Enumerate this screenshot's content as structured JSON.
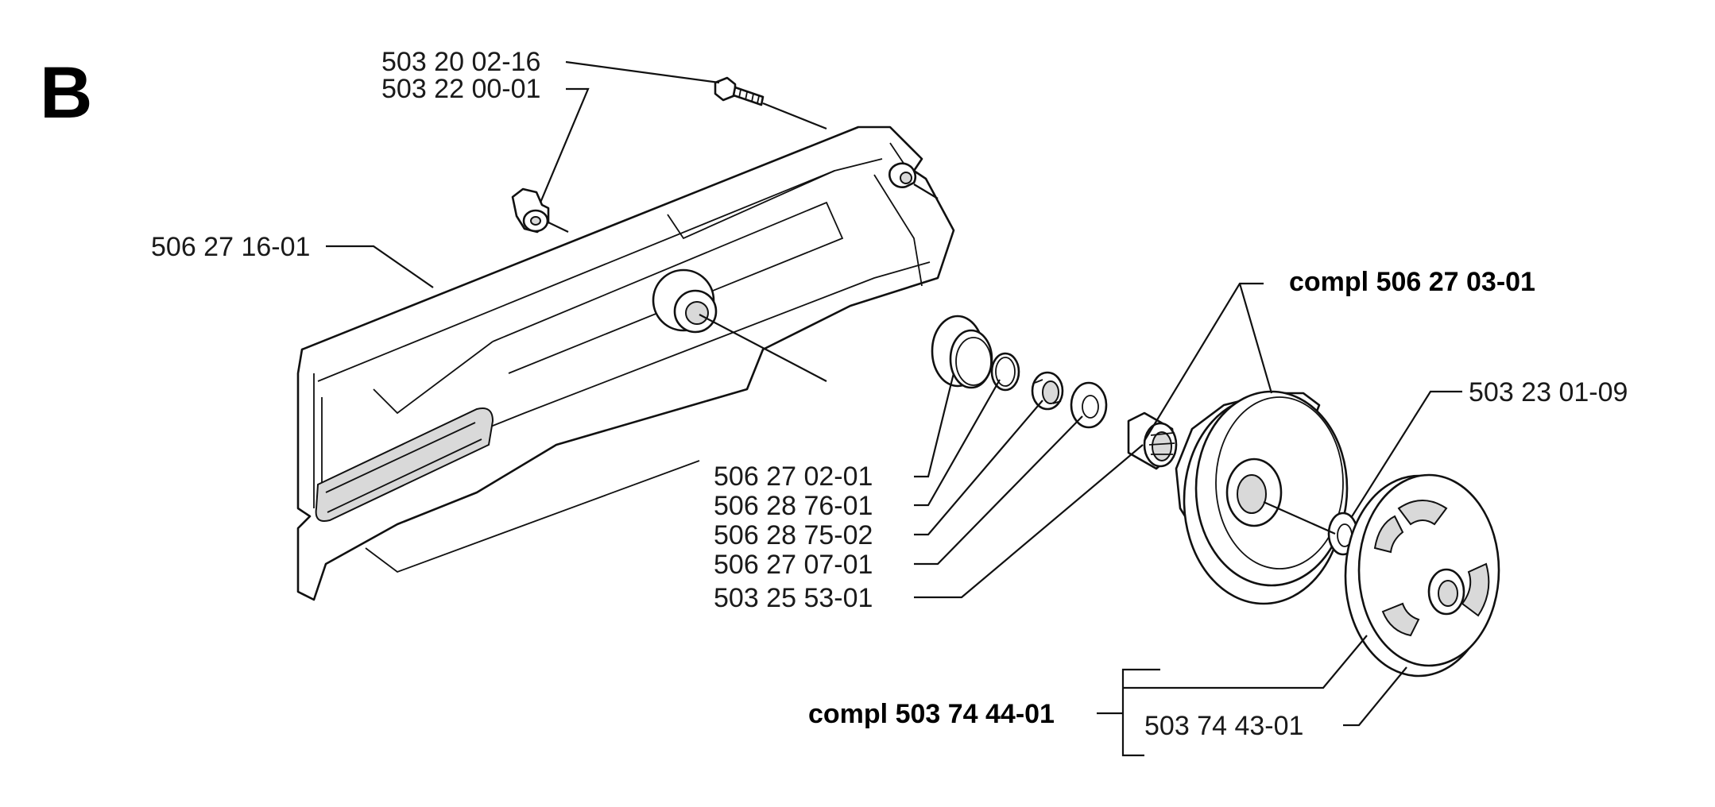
{
  "section_letter": "B",
  "parts": {
    "bolt": "503 20 02-16",
    "nut": "503 22 00-01",
    "clutch_cover": "506 27 16-01",
    "cover_cap": "506 27 02-01",
    "circlip": "506 28 76-01",
    "lock_washer": "506 28 75-02",
    "washer": "506 27 07-01",
    "needle_bearing": "503 25 53-01",
    "clutch_drum_kit": "compl 506 27 03-01",
    "clutch_washer": "503 23 01-09",
    "clutch_kit": "compl 503 74 44-01",
    "clutch_shoe": "503 74 43-01"
  }
}
